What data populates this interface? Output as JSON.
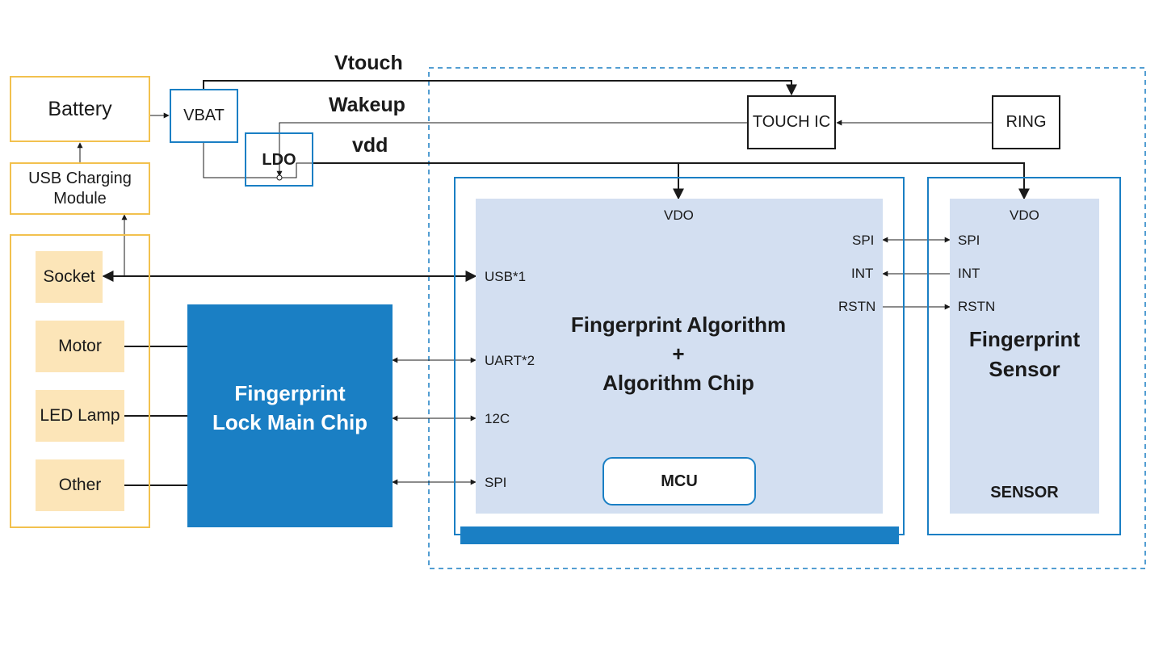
{
  "signals": {
    "vtouch": "Vtouch",
    "wakeup": "Wakeup",
    "vdd": "vdd"
  },
  "power": {
    "battery": "Battery",
    "charging_line1": "USB Charging",
    "charging_line2": "Module",
    "vbat": "VBAT",
    "ldo": "LDO"
  },
  "touch": {
    "touch_ic": "TOUCH IC",
    "ring": "RING"
  },
  "peripherals": [
    "Socket",
    "Motor",
    "LED Lamp",
    "Other"
  ],
  "main_chip": {
    "line1": "Fingerprint",
    "line2": "Lock Main Chip"
  },
  "algo": {
    "vdo": "VDO",
    "spi": "SPI",
    "int": "INT",
    "rstn": "RSTN",
    "usb": "USB*1",
    "uart": "UART*2",
    "i2c": "12C",
    "spi_left": "SPI",
    "title_line1": "Fingerprint Algorithm",
    "title_plus": "+",
    "title_line2": "Algorithm Chip",
    "mcu": "MCU"
  },
  "sensor": {
    "vdo": "VDO",
    "spi": "SPI",
    "int": "INT",
    "rstn": "RSTN",
    "title_line1": "Fingerprint",
    "title_line2": "Sensor",
    "footer": "SENSOR"
  },
  "colors": {
    "orange": "#f2c14e",
    "peach": "#fce5b8",
    "blue": "#1a7fc4",
    "light_blue": "#d3dff1",
    "dark": "#1a1a1a"
  }
}
